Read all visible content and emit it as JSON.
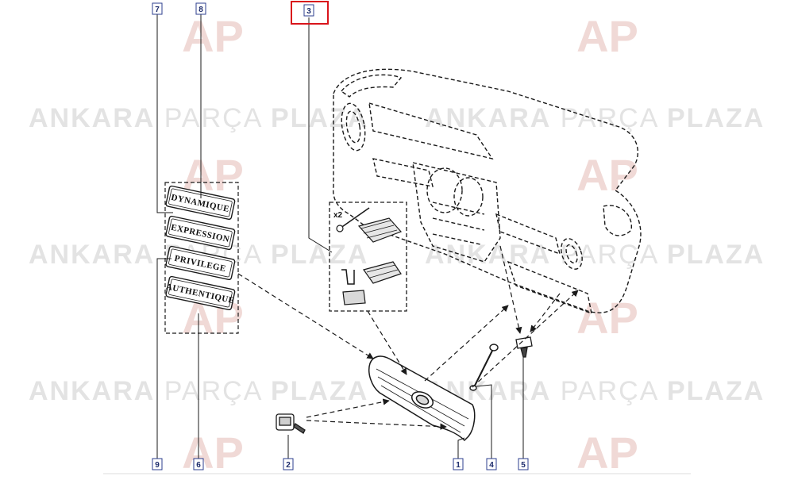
{
  "watermark": {
    "bold_word": "ANKARA",
    "light_word": "PARÇA",
    "bold_word2": "PLAZA",
    "logo_letters": "AP",
    "color_text": "#e3e3e3",
    "color_logo": "#f0d9d6"
  },
  "callouts": [
    {
      "id": "callout-7",
      "label": "7",
      "highlighted": false
    },
    {
      "id": "callout-8",
      "label": "8",
      "highlighted": false
    },
    {
      "id": "callout-3",
      "label": "3",
      "highlighted": true
    },
    {
      "id": "callout-9",
      "label": "9",
      "highlighted": false
    },
    {
      "id": "callout-6",
      "label": "6",
      "highlighted": false
    },
    {
      "id": "callout-2",
      "label": "2",
      "highlighted": false
    },
    {
      "id": "callout-1",
      "label": "1",
      "highlighted": false
    },
    {
      "id": "callout-4",
      "label": "4",
      "highlighted": false
    },
    {
      "id": "callout-5",
      "label": "5",
      "highlighted": false
    }
  ],
  "badges": [
    "DYNAMIQUE",
    "EXPRESSION",
    "PRIVILEGE",
    "AUTHENTIQUE"
  ],
  "clip_kit": {
    "quantity_label": "x2"
  },
  "colors": {
    "highlight": "#d9141b",
    "callout_border": "#2d3f8f",
    "line": "#1a1a1a"
  }
}
